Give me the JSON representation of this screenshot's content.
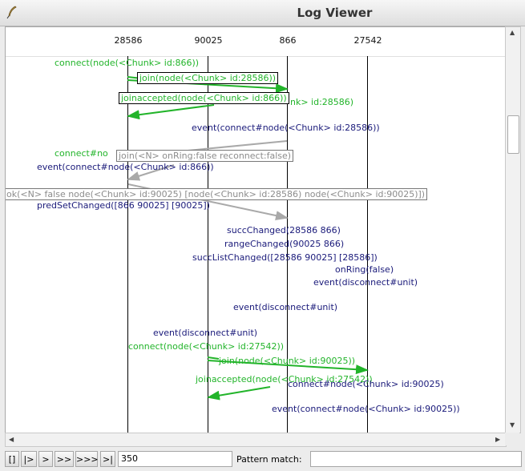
{
  "window": {
    "title": "Log Viewer"
  },
  "nodes": [
    "28586",
    "90025",
    "866",
    "27542"
  ],
  "messages": {
    "m1": "connect(node(<Chunk> id:866))",
    "m2": "join(node(<Chunk> id:28586))",
    "m3": "joinaccepted(node(<Chunk> id:866))",
    "m4": "nk> id:28586)",
    "m5": "event(connect#node(<Chunk> id:28586))",
    "m6": "connect#no",
    "m7": "join(<N> onRing:false reconnect:false)",
    "m8": "event(connect#node(<Chunk> id:866))",
    "m9": "ok(<N> false node(<Chunk> id:90025) [node(<Chunk> id:28586) node(<Chunk> id:90025)])",
    "m10": "predSetChanged([866 90025] [90025])",
    "m11": "succChanged(28586 866)",
    "m12": "rangeChanged(90025 866)",
    "m13": "succListChanged([28586 90025] [28586])",
    "m14": "onRing(false)",
    "m15": "event(disconnect#unit)",
    "m16": "event(disconnect#unit)",
    "m17": "event(disconnect#unit)",
    "m18": "connect(node(<Chunk> id:27542))",
    "m19": "join(node(<Chunk> id:90025))",
    "m20": "joinaccepted(node(<Chunk> id:27542))",
    "m21": "connect#node(<Chunk> id:90025)",
    "m22": "event(connect#node(<Chunk> id:90025))"
  },
  "colors": {
    "green": "#22b42a",
    "navy": "#1a1a7a",
    "gray": "#8c8c8c"
  },
  "toolbar": {
    "btn_first": "[]",
    "btn_step": "|>",
    "btn_fwd1": ">",
    "btn_fwd2": ">>",
    "btn_fwd3": ">>>",
    "btn_last": ">|",
    "step_value": "350",
    "pattern_label": "Pattern match:",
    "pattern_value": ""
  },
  "icons": {
    "app": "feather-icon",
    "scroll_up": "arrow-up-icon",
    "scroll_down": "arrow-down-icon",
    "scroll_left": "arrow-left-icon",
    "scroll_right": "arrow-right-icon"
  }
}
